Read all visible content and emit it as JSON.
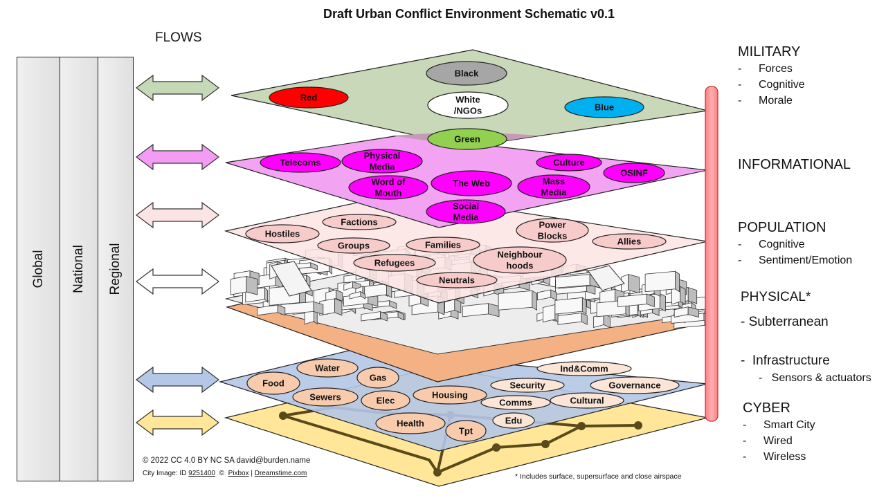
{
  "title": "Draft Urban Conflict Environment Schematic v0.1",
  "flows_label": "FLOWS",
  "scope_levels": [
    "Global",
    "National",
    "Regional"
  ],
  "layers": {
    "military": {
      "fill": "#c8d8b8",
      "nodes": [
        {
          "label": "Black",
          "color": "#a6a6a6"
        },
        {
          "label": "Red",
          "color": "#ff0000"
        },
        {
          "label": "White",
          "label2": "/NGOs",
          "color": "#ffffff"
        },
        {
          "label": "Blue",
          "color": "#00b0f0"
        },
        {
          "label": "Green",
          "color": "#92d050"
        }
      ]
    },
    "informational": {
      "fill": "#f2a3f2",
      "nodes": [
        {
          "label": "Telecoms"
        },
        {
          "label": "Physical",
          "label2": "Media"
        },
        {
          "label": "Culture"
        },
        {
          "label": "OSINF"
        },
        {
          "label": "Word of",
          "label2": "Mouth"
        },
        {
          "label": "The Web"
        },
        {
          "label": "Mass",
          "label2": "Media"
        },
        {
          "label": "Social",
          "label2": "Media"
        }
      ],
      "node_color": "#ff00ff"
    },
    "population": {
      "fill": "#fde4e4",
      "node_color": "#f8cbcb",
      "nodes": [
        {
          "label": "Factions"
        },
        {
          "label": "Hostiles"
        },
        {
          "label": "Power",
          "label2": "Blocks"
        },
        {
          "label": "Groups"
        },
        {
          "label": "Families"
        },
        {
          "label": "Allies"
        },
        {
          "label": "Neighbour",
          "label2": "hoods"
        },
        {
          "label": "Refugees"
        },
        {
          "label": "Neutrals"
        }
      ]
    },
    "physical": {
      "fill": "#f4b183"
    },
    "infrastructure": {
      "fill": "#b4c7e7",
      "node_color": "#f8cbad",
      "alt_node_color": "#fbe5d6",
      "nodes": [
        {
          "label": "Water"
        },
        {
          "label": "Gas"
        },
        {
          "label": "Food"
        },
        {
          "label": "Sewers"
        },
        {
          "label": "Elec"
        },
        {
          "label": "Housing"
        },
        {
          "label": "Health"
        },
        {
          "label": "Tpt"
        },
        {
          "label": "Ind&Comm"
        },
        {
          "label": "Security"
        },
        {
          "label": "Governance"
        },
        {
          "label": "Comms"
        },
        {
          "label": "Cultural"
        },
        {
          "label": "Edu"
        }
      ]
    },
    "cyber": {
      "fill": "#ffe699",
      "line_color": "#5a4a1a"
    }
  },
  "flow_arrows": [
    "#c5d9b6",
    "#f49cf4",
    "#fde4e4",
    "#ffffff",
    "#b4c7e7",
    "#ffe699"
  ],
  "pillar_color": "#ff7c80",
  "side_labels": {
    "military": {
      "heading": "MILITARY",
      "items": [
        "Forces",
        "Cognitive",
        "Morale"
      ]
    },
    "informational": {
      "heading": "INFORMATIONAL"
    },
    "population": {
      "heading": "POPULATION",
      "items": [
        "Cognitive",
        "Sentiment/Emotion"
      ]
    },
    "physical": {
      "heading": "PHYSICAL*",
      "sub": "- Subterranean"
    },
    "infrastructure": {
      "heading": "-  Infrastructure",
      "sub": "-   Sensors & actuators"
    },
    "cyber": {
      "heading": "CYBER",
      "items": [
        "Smart City",
        "Wired",
        "Wireless"
      ]
    }
  },
  "footer": {
    "license": "© 2022 CC 4.0 BY NC SA david@burden.name",
    "image_credit_prefix": "City Image: ID ",
    "image_id": "9251400",
    "image_credit_mid": "  ©  ",
    "image_source": "Pixbox",
    "image_sep": " | ",
    "image_site": "Dreamstime.com",
    "note": "*  Includes surface, supersurface and close airspace"
  }
}
